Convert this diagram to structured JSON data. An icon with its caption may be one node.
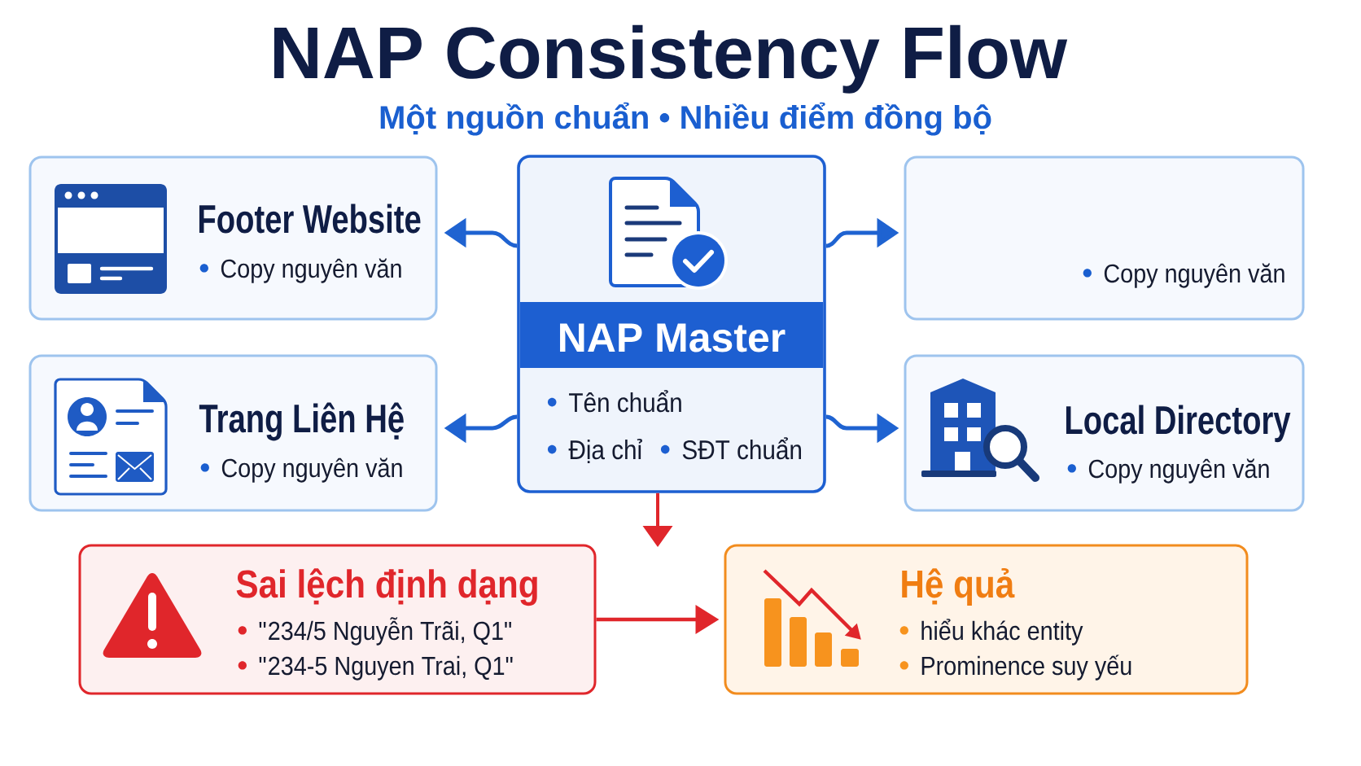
{
  "diagram": {
    "title": "NAP Consistency Flow",
    "nodes": [
      {
        "text": [
          "Footer Website",
          "Copy nguyên văn"
        ]
      },
      {
        "text": [
          "NAP Master",
          "Tên chuẩn",
          "Địa chỉ",
          "SĐT chuẩn"
        ]
      },
      {
        "text": [
          "Copy nguyên văn"
        ]
      },
      {
        "text": [
          "Trang Liên Hệ",
          "Copy nguyên văn"
        ]
      },
      {
        "text": [
          "Local Directory",
          "Copy nguyên văn"
        ]
      },
      {
        "text": [
          "Sai lệch định dạng",
          "\"234/5 Nguyễn Trãi, Q1\"",
          "\"234-5 Nguyen Trai, Q1\""
        ]
      },
      {
        "text": [
          "Hệ quả",
          "hiểu khác entity",
          "Prominence suy yếu"
        ]
      }
    ],
    "edges": [
      {
        "from": 1,
        "to": 0,
        "arrow": "to"
      },
      {
        "from": 1,
        "to": 2,
        "arrow": "to"
      },
      {
        "from": 1,
        "to": 3,
        "arrow": "to"
      },
      {
        "from": 1,
        "to": 4,
        "arrow": "to"
      },
      {
        "from": 1,
        "to": null,
        "arrow": "to",
        "color": "#e0262b"
      },
      {
        "from": 5,
        "to": 6,
        "arrow": "to",
        "color": "#e0262b"
      }
    ],
    "labels": [
      "Một nguồn chuẩn • Nhiều điểm đồng bộ"
    ]
  }
}
